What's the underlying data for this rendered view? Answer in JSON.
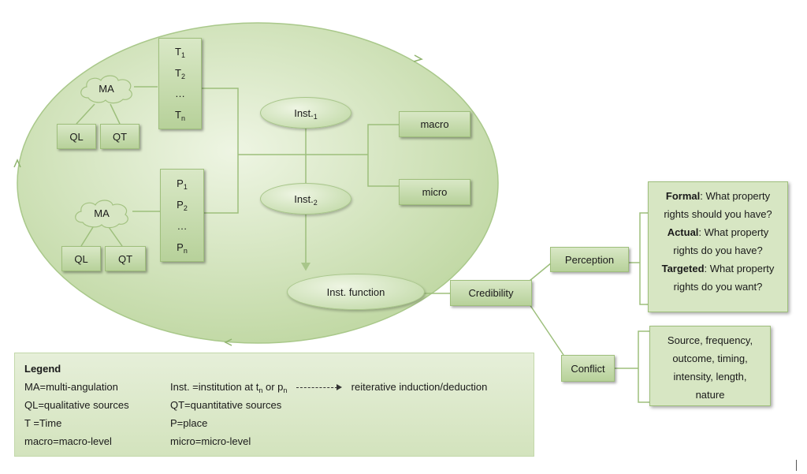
{
  "colors": {
    "fill_light": "#d9e8c6",
    "fill_dark": "#b7d19a",
    "border": "#9fbf7c",
    "line": "#aac98a"
  },
  "nodes": {
    "ma_top": "MA",
    "ql_top": "QL",
    "qt_top": "QT",
    "ma_bottom": "MA",
    "ql_bottom": "QL",
    "qt_bottom": "QT",
    "time_stack": [
      {
        "base": "T",
        "sub": "1"
      },
      {
        "base": "T",
        "sub": "2"
      },
      {
        "base": "…",
        "sub": ""
      },
      {
        "base": "T",
        "sub": "n"
      }
    ],
    "place_stack": [
      {
        "base": "P",
        "sub": "1"
      },
      {
        "base": "P",
        "sub": "2"
      },
      {
        "base": "…",
        "sub": ""
      },
      {
        "base": "P",
        "sub": "n"
      }
    ],
    "inst1": {
      "base": "Inst.",
      "sub": "1"
    },
    "inst2": {
      "base": "Inst.",
      "sub": "2"
    },
    "macro": "macro",
    "micro": "micro",
    "inst_function": "Inst. function",
    "credibility": "Credibility",
    "perception": "Perception",
    "conflict": "Conflict"
  },
  "perception_box": {
    "formal_label": "Formal",
    "formal_text": ": What property rights should you have?",
    "actual_label": "Actual",
    "actual_text": ": What property rights do you have?",
    "targeted_label": "Targeted",
    "targeted_text": ": What property rights do you want?"
  },
  "conflict_box": {
    "text": "Source, frequency, outcome, timing, intensity, length, nature"
  },
  "legend": {
    "title": "Legend",
    "ma": "MA=multi-angulation",
    "ql": "QL=qualitative sources",
    "t": "T =Time",
    "macro": "macro=macro-level",
    "inst_prefix": "Inst. =institution at t",
    "inst_sub1": "n",
    "inst_mid": " or p",
    "inst_sub2": "n",
    "qt": "QT=quantitative sources",
    "p": "P=place",
    "micro": "micro=micro-level",
    "arrow_text": "reiterative induction/deduction"
  }
}
